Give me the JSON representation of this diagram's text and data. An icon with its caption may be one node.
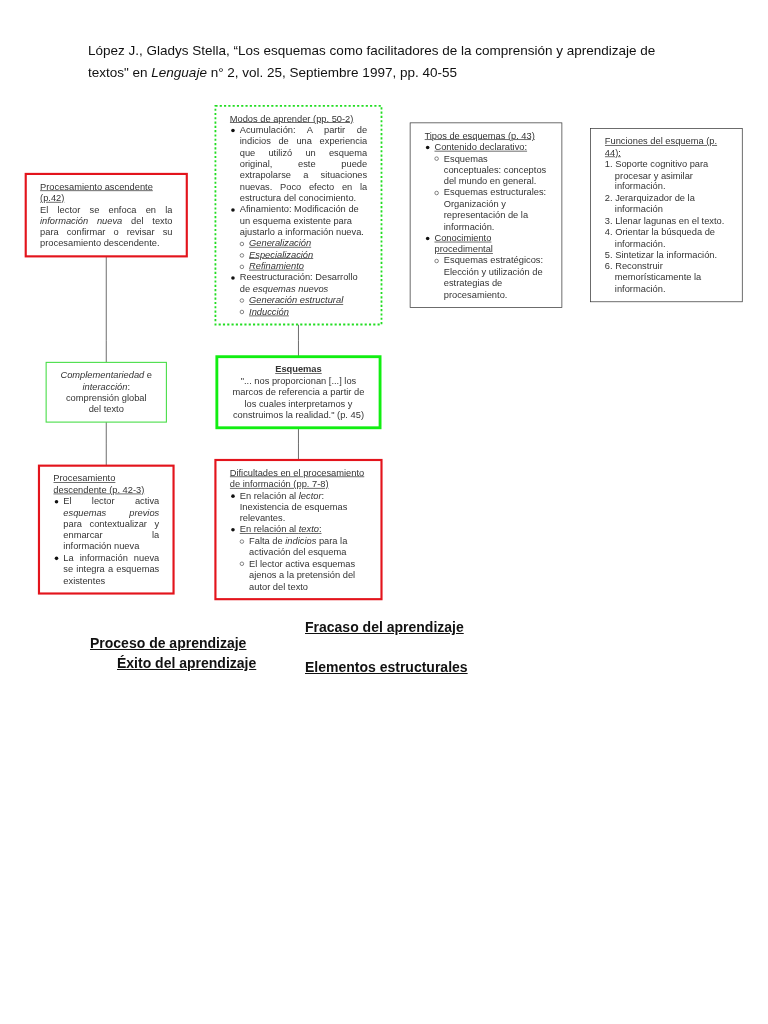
{
  "diagram": {
    "title": "López J., Gladys Stella, “Los esquemas como facilitadores de la comprensión y aprendizaje de textos\" en *Lenguaje* n° 2, vol. 25, Septiembre 1997, pp. 40-55",
    "nodes": [
      {
        "text": [
          "Procesamiento ascendente (p.42)",
          "El lector se enfoca en la *información nueva* del texto para confirmar o revisar su procesamiento descendente."
        ]
      },
      {
        "text": [
          "Modos de aprender (pp. 50-2)",
          "Acumulación: A partir de indicios de una experiencia que utilizó un esquema original, este puede extrapolarse a situaciones nuevas. Poco efecto en la estructura del conocimiento.",
          "Afinamiento: Modificación de un esquema existente para ajustarlo a información nueva.",
          "Generalización",
          "Especialización",
          "Refinamiento",
          "Reestructuración: Desarrollo de *esquemas nuevos*",
          "Generación estructural",
          "Inducción"
        ]
      },
      {
        "text": [
          "Tipos de esquemas (p. 43)",
          "Contenido declarativo:",
          "Esquemas conceptuales: conceptos del mundo en general.",
          "Esquemas estructurales: Organización y representación de la información.",
          "Conocimiento procedimental",
          "Esquemas estratégicos: Elección y utilización de estrategias de procesamiento."
        ]
      },
      {
        "text": [
          "*Complementariedad* e *interacción*: comprensión global del texto"
        ]
      },
      {
        "text": [
          "Esquemas",
          "\"... nos proporcionan [...] los marcos de referencia a partir de los cuales interpretamos y construimos la realidad.\" (p. 45)"
        ]
      },
      {
        "text": [
          "Funciones del esquema (p. 44):",
          "1. Soporte cognitivo para procesar y asimilar información.",
          "2. Jerarquizador de la información",
          "3. Llenar lagunas en el texto.",
          "4. Orientar la búsqueda de información.",
          "5. Sintetizar la información.",
          "6. Reconstruir memorísticamente la información."
        ]
      },
      {
        "text": [
          "Procesamiento descendente (p. 42-3)",
          "El lector activa *esquemas previos* para contextualizar y enmarcar la información nueva",
          "La información nueva se integra a esquemas existentes"
        ]
      },
      {
        "text": [
          "Dificultades en el procesamiento de información (pp. 7-8)",
          "En relación al *lector*: Inexistencia de esquemas relevantes.",
          "En relación al *texto*:",
          "Falta de *indicios* para la activación del esquema",
          "El lector activa esquemas ajenos a la pretensión del autor del texto"
        ]
      }
    ],
    "edges": [
      {
        "from": 0,
        "to": 3,
        "arrow": "none"
      },
      {
        "from": 3,
        "to": 6,
        "arrow": "none"
      },
      {
        "from": 1,
        "to": 4,
        "arrow": "none"
      },
      {
        "from": 4,
        "to": 7,
        "arrow": "none"
      }
    ],
    "labels": [
      "Proceso de aprendizaje",
      "Éxito del aprendizaje",
      "Fracaso del aprendizaje",
      "Elementos estructurales"
    ]
  }
}
